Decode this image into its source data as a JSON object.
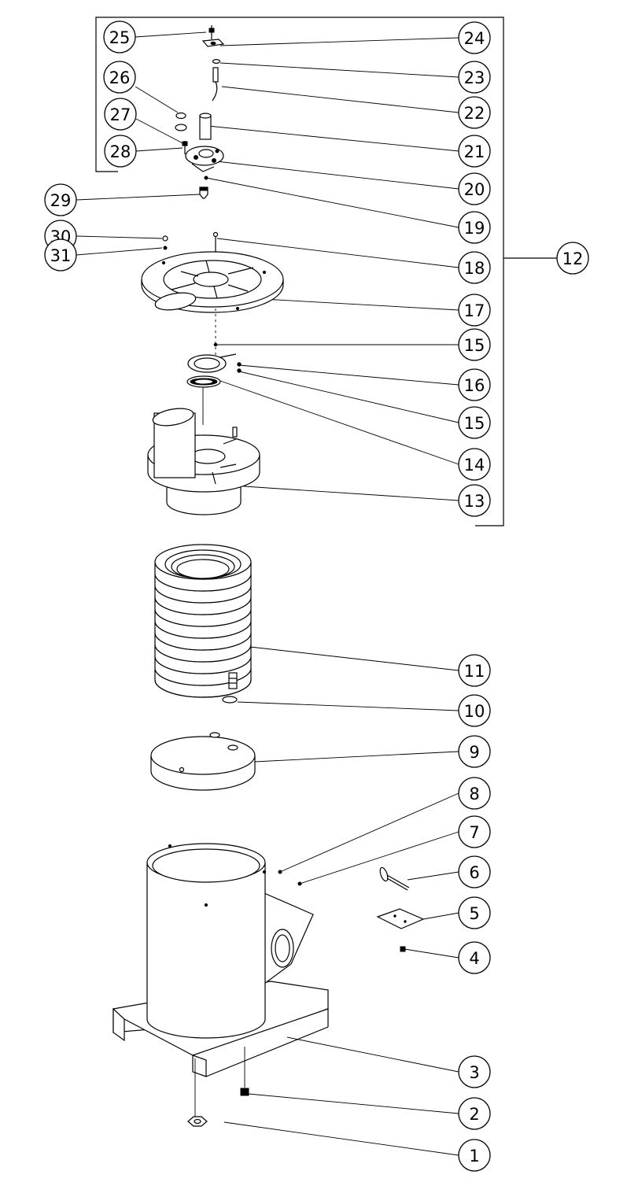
{
  "colors": {
    "ink": "#000000",
    "paper": "#ffffff"
  },
  "callouts": [
    {
      "id": "c1",
      "num": "1"
    },
    {
      "id": "c2",
      "num": "2"
    },
    {
      "id": "c3",
      "num": "3"
    },
    {
      "id": "c4",
      "num": "4"
    },
    {
      "id": "c5",
      "num": "5"
    },
    {
      "id": "c6",
      "num": "6"
    },
    {
      "id": "c7",
      "num": "7"
    },
    {
      "id": "c8",
      "num": "8"
    },
    {
      "id": "c9",
      "num": "9"
    },
    {
      "id": "c10",
      "num": "10"
    },
    {
      "id": "c11",
      "num": "11"
    },
    {
      "id": "c12",
      "num": "12"
    },
    {
      "id": "c13",
      "num": "13"
    },
    {
      "id": "c14",
      "num": "14"
    },
    {
      "id": "c15a",
      "num": "15"
    },
    {
      "id": "c16",
      "num": "16"
    },
    {
      "id": "c15b",
      "num": "15"
    },
    {
      "id": "c17",
      "num": "17"
    },
    {
      "id": "c18",
      "num": "18"
    },
    {
      "id": "c19",
      "num": "19"
    },
    {
      "id": "c20",
      "num": "20"
    },
    {
      "id": "c21",
      "num": "21"
    },
    {
      "id": "c22",
      "num": "22"
    },
    {
      "id": "c23",
      "num": "23"
    },
    {
      "id": "c24",
      "num": "24"
    },
    {
      "id": "c25",
      "num": "25"
    },
    {
      "id": "c26",
      "num": "26"
    },
    {
      "id": "c27",
      "num": "27"
    },
    {
      "id": "c28",
      "num": "28"
    },
    {
      "id": "c29",
      "num": "29"
    },
    {
      "id": "c30",
      "num": "30"
    },
    {
      "id": "c31",
      "num": "31"
    }
  ]
}
